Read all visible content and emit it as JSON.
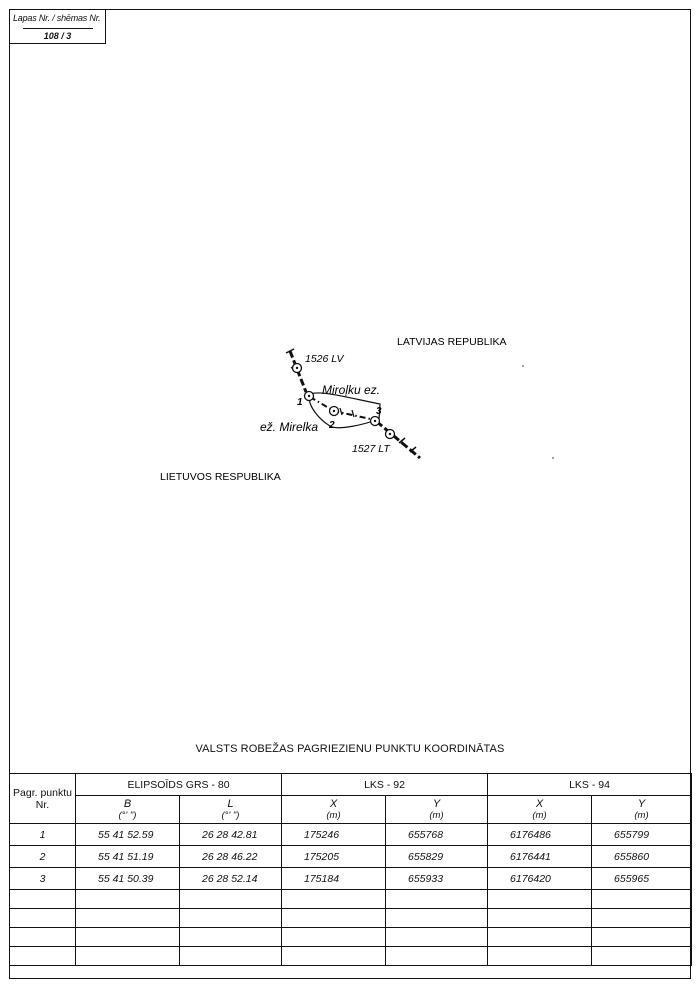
{
  "sheet": {
    "label": "Lapas Nr. / shēmas Nr.",
    "number": "108 / 3"
  },
  "map": {
    "country_lv": "LATVIJAS REPUBLIKA",
    "country_lt": "LIETUVOS RESPUBLIKA",
    "marker_lv": "1526 LV",
    "marker_lt": "1527 LT",
    "lake_lv": "Miroļku ez.",
    "lake_lt": "ež. Mirelka",
    "point_1": "1",
    "point_2": "2",
    "point_3": "3"
  },
  "table": {
    "title": "VALSTS ROBEŽAS PAGRIEZIENU PUNKTU KOORDINĀTAS",
    "point_header": "Pagr. punktu Nr.",
    "groups": [
      "ELIPSOĪDS GRS - 80",
      "LKS - 92",
      "LKS - 94"
    ],
    "columns": [
      {
        "name": "B",
        "unit": "(°' \")"
      },
      {
        "name": "L",
        "unit": "(°' \")"
      },
      {
        "name": "X",
        "unit": "(m)"
      },
      {
        "name": "Y",
        "unit": "(m)"
      },
      {
        "name": "X",
        "unit": "(m)"
      },
      {
        "name": "Y",
        "unit": "(m)"
      }
    ],
    "rows": [
      {
        "nr": "1",
        "b": "55 41 52.59",
        "l": "26 28 42.81",
        "x92": "175246",
        "y92": "655768",
        "x94": "6176486",
        "y94": "655799"
      },
      {
        "nr": "2",
        "b": "55 41 51.19",
        "l": "26 28 46.22",
        "x92": "175205",
        "y92": "655829",
        "x94": "6176441",
        "y94": "655860"
      },
      {
        "nr": "3",
        "b": "55 41 50.39",
        "l": "26 28 52.14",
        "x92": "175184",
        "y92": "655933",
        "x94": "6176420",
        "y94": "655965"
      }
    ]
  }
}
